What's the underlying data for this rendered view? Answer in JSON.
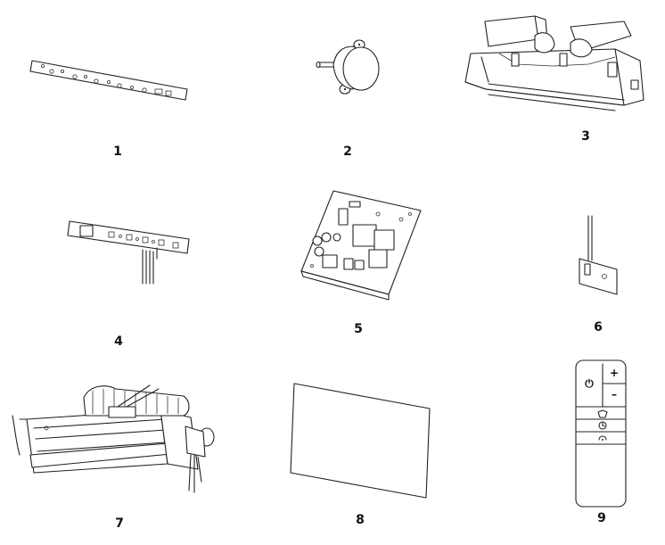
{
  "parts": [
    {
      "label": "1"
    },
    {
      "label": "2"
    },
    {
      "label": "3"
    },
    {
      "label": "4"
    },
    {
      "label": "5"
    },
    {
      "label": "6"
    },
    {
      "label": "7"
    },
    {
      "label": "8"
    },
    {
      "label": "9"
    }
  ],
  "remote": {
    "power_symbol": "⏻",
    "plus": "+",
    "minus": "–"
  }
}
